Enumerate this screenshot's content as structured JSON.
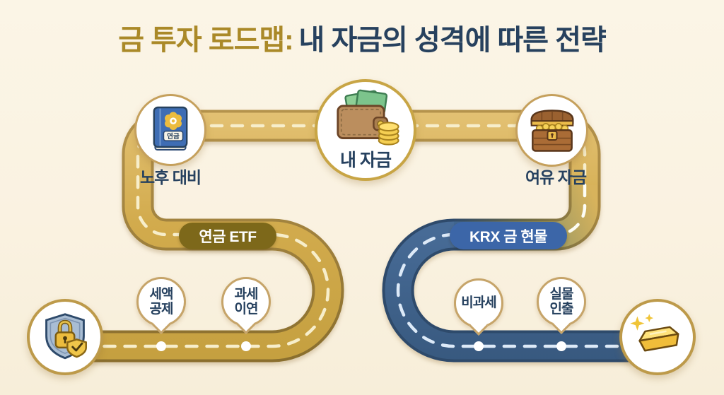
{
  "title": {
    "highlight": "금 투자 로드맵:",
    "rest": "내 자금의 성격에 따른 전략"
  },
  "center_node": {
    "label": "내 자금",
    "icon": "wallet-coins-icon"
  },
  "left_branch": {
    "node_label": "노후 대비",
    "book_label": "연금",
    "node_icon": "pension-book-icon",
    "route_badge": "연금 ETF",
    "stops": [
      {
        "line1": "세액",
        "line2": "공제"
      },
      {
        "line1": "과세",
        "line2": "이연"
      }
    ],
    "end_icon": "shield-lock-icon"
  },
  "right_branch": {
    "node_label": "여유 자금",
    "node_icon": "treasure-chest-icon",
    "route_badge": "KRX 금 현물",
    "stops": [
      {
        "line1": "비과세",
        "line2": ""
      },
      {
        "line1": "실물",
        "line2": "인출"
      }
    ],
    "end_icon": "gold-bar-icon"
  },
  "colors": {
    "background": "#faf2e1",
    "title_gold": "#aa8928",
    "title_navy": "#27415e",
    "road_gold": "#d2ab4d",
    "road_blue": "#3f6590",
    "badge_olive": "#7d681a",
    "badge_blue": "#3c66a8",
    "pin_border": "#c6a469",
    "text_navy": "#26415f"
  }
}
